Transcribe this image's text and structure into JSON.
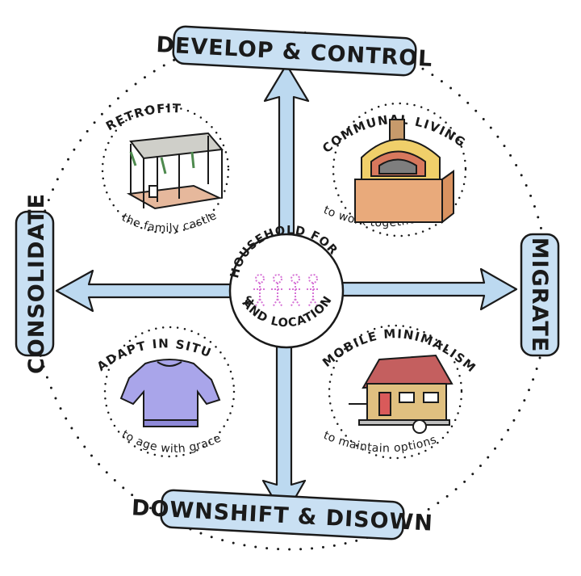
{
  "center": {
    "line1": "HOUSEHOLD FORM",
    "amp": "&",
    "line2": "AND LOCATION"
  },
  "axes": {
    "top": "DEVELOP & CONTROL",
    "bottom": "DOWNSHIFT & DISOWN",
    "left": "CONSOLIDATE",
    "right": "MIGRATE"
  },
  "quadrants": {
    "top_left": {
      "title": "RETROFIT",
      "subtitle": "the family castle",
      "icon": "pergola-icon"
    },
    "top_right": {
      "title": "COMMUNAL LIVING",
      "subtitle": "to work together",
      "icon": "pizza-oven-icon"
    },
    "bottom_left": {
      "title": "ADAPT IN SITU",
      "subtitle": "to age with grace",
      "icon": "sweater-icon"
    },
    "bottom_right": {
      "title": "MOBILE MINIMALISM",
      "subtitle": "to maintain options",
      "icon": "tiny-house-icon"
    }
  },
  "colors": {
    "arrow_fill": "#bcd9f0",
    "label_box": "#c9e0f3",
    "ink": "#1a1a1a",
    "people": "#e7a4e6"
  }
}
